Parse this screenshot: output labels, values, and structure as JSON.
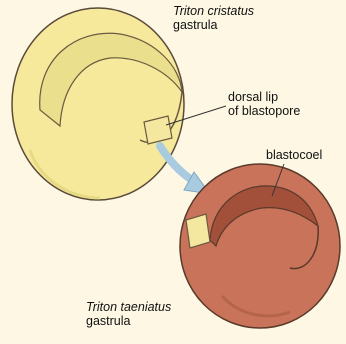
{
  "labels": {
    "cristatus": {
      "line1": "Triton cristatus",
      "line2": "gastrula"
    },
    "dorsal_lip": {
      "line1": "dorsal lip",
      "line2": "of blastopore"
    },
    "blastocoel": "blastocoel",
    "taeniatus": {
      "line1": "Triton taeniatus",
      "line2": "gastrula"
    }
  },
  "colors": {
    "background": "#fdf7e3",
    "cristatus_embryo": "#f6e99c",
    "taeniatus_embryo": "#c8735a",
    "transplant_graft": "#f4e7a0",
    "arrow": "#a9cbe0",
    "outline": "#5a4a3a"
  }
}
